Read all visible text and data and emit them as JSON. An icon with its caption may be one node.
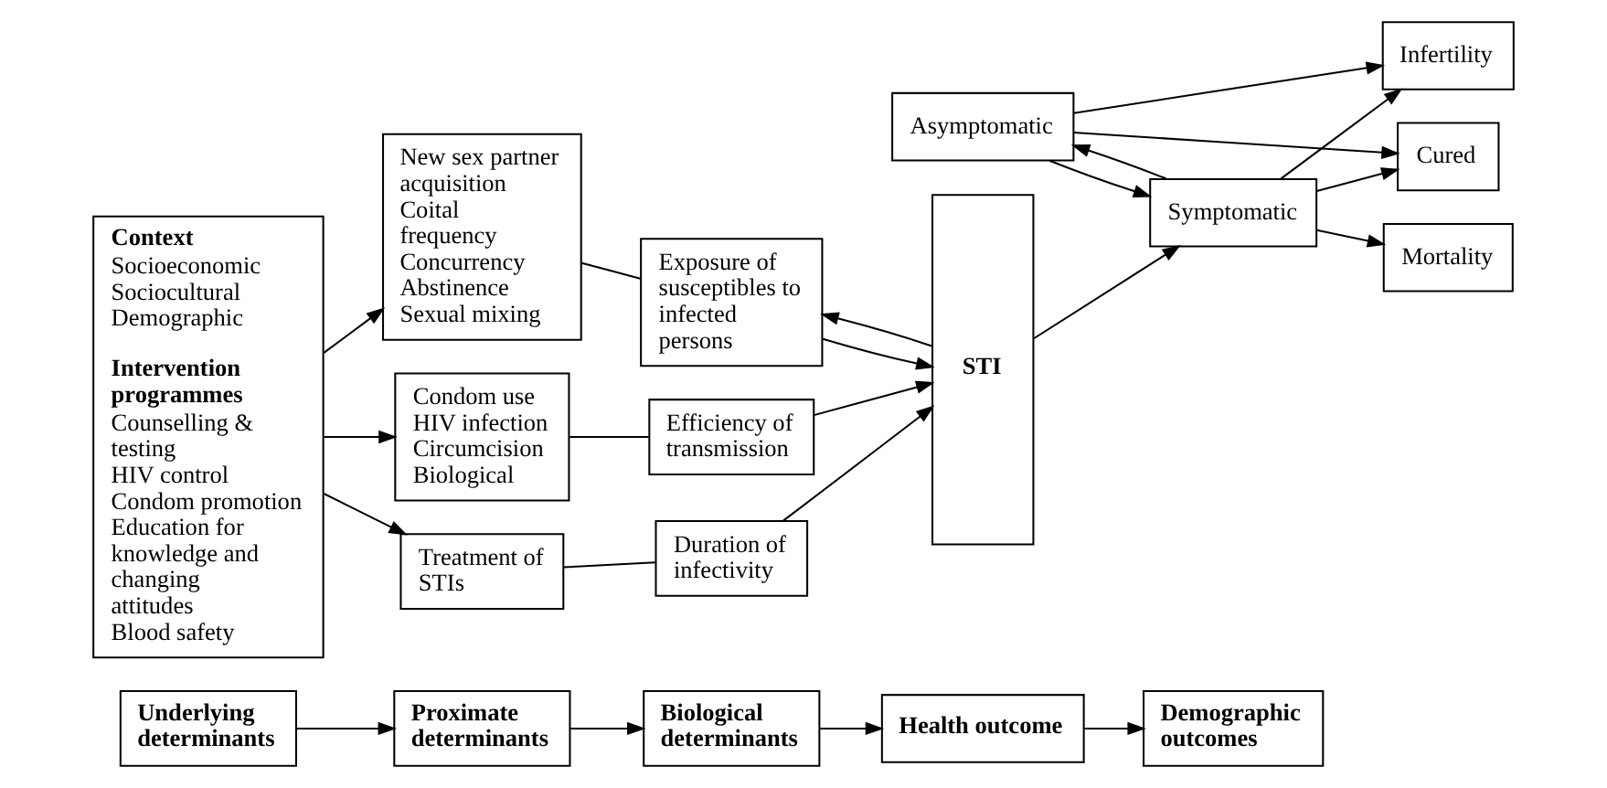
{
  "diagram": {
    "nodes": [
      {
        "text": [
          "Underlying determinants"
        ]
      },
      {
        "text": [
          "Proximate determinants"
        ]
      },
      {
        "text": [
          "Biological determinants"
        ]
      },
      {
        "text": [
          "Health outcome"
        ]
      },
      {
        "text": [
          "Demographic outcomes"
        ]
      },
      {
        "text": [
          "Context",
          "Socioeconomic",
          "Sociocultural",
          "Demographic",
          "Intervention programmes",
          "Counselling & testing",
          "HIV control",
          "Condom promotion",
          "Education for knowledge and changing attitudes",
          "Blood safety"
        ]
      },
      {
        "text": [
          "New sex partner acquisition",
          "Coital frequency",
          "Concurrency",
          "Abstinence",
          "Sexual mixing"
        ]
      },
      {
        "text": [
          "Condom use",
          "HIV infection",
          "Circumcision",
          "Biological"
        ]
      },
      {
        "text": [
          "Treatment of STIs"
        ]
      },
      {
        "text": [
          "Exposure of susceptibles to infected persons"
        ]
      },
      {
        "text": [
          "Efficiency of transmission"
        ]
      },
      {
        "text": [
          "Duration of infectivity"
        ]
      },
      {
        "text": [
          "STI"
        ]
      },
      {
        "text": [
          "Asymptomatic"
        ]
      },
      {
        "text": [
          "Symptomatic"
        ]
      },
      {
        "text": [
          "Cured"
        ]
      },
      {
        "text": [
          "Infertility"
        ]
      },
      {
        "text": [
          "Mortality"
        ]
      }
    ],
    "edges": [
      {
        "from": 0,
        "to": 1,
        "arrow": "to"
      },
      {
        "from": 1,
        "to": 2,
        "arrow": "to"
      },
      {
        "from": 2,
        "to": 3,
        "arrow": "to"
      },
      {
        "from": 3,
        "to": 4,
        "arrow": "to"
      },
      {
        "from": 5,
        "to": 6,
        "arrow": "to"
      },
      {
        "from": 5,
        "to": 7,
        "arrow": "to"
      },
      {
        "from": 5,
        "to": 8,
        "arrow": "to"
      },
      {
        "from": 6,
        "to": 9,
        "arrow": "none"
      },
      {
        "from": 7,
        "to": 10,
        "arrow": "none"
      },
      {
        "from": 8,
        "to": 11,
        "arrow": "none"
      },
      {
        "from": 9,
        "to": 12,
        "arrow": "to"
      },
      {
        "from": 10,
        "to": 12,
        "arrow": "to"
      },
      {
        "from": 11,
        "to": 12,
        "arrow": "to"
      },
      {
        "from": 12,
        "to": 9,
        "arrow": "to"
      },
      {
        "from": 12,
        "to": 14,
        "arrow": "to"
      },
      {
        "from": 13,
        "to": 14,
        "arrow": "to"
      },
      {
        "from": 14,
        "to": 13,
        "arrow": "to"
      },
      {
        "from": 13,
        "to": 16,
        "arrow": "to"
      },
      {
        "from": 13,
        "to": 15,
        "arrow": "to"
      },
      {
        "from": 14,
        "to": 16,
        "arrow": "to"
      },
      {
        "from": 14,
        "to": 17,
        "arrow": "to"
      },
      {
        "from": 14,
        "to": 15,
        "arrow": "to"
      }
    ]
  }
}
